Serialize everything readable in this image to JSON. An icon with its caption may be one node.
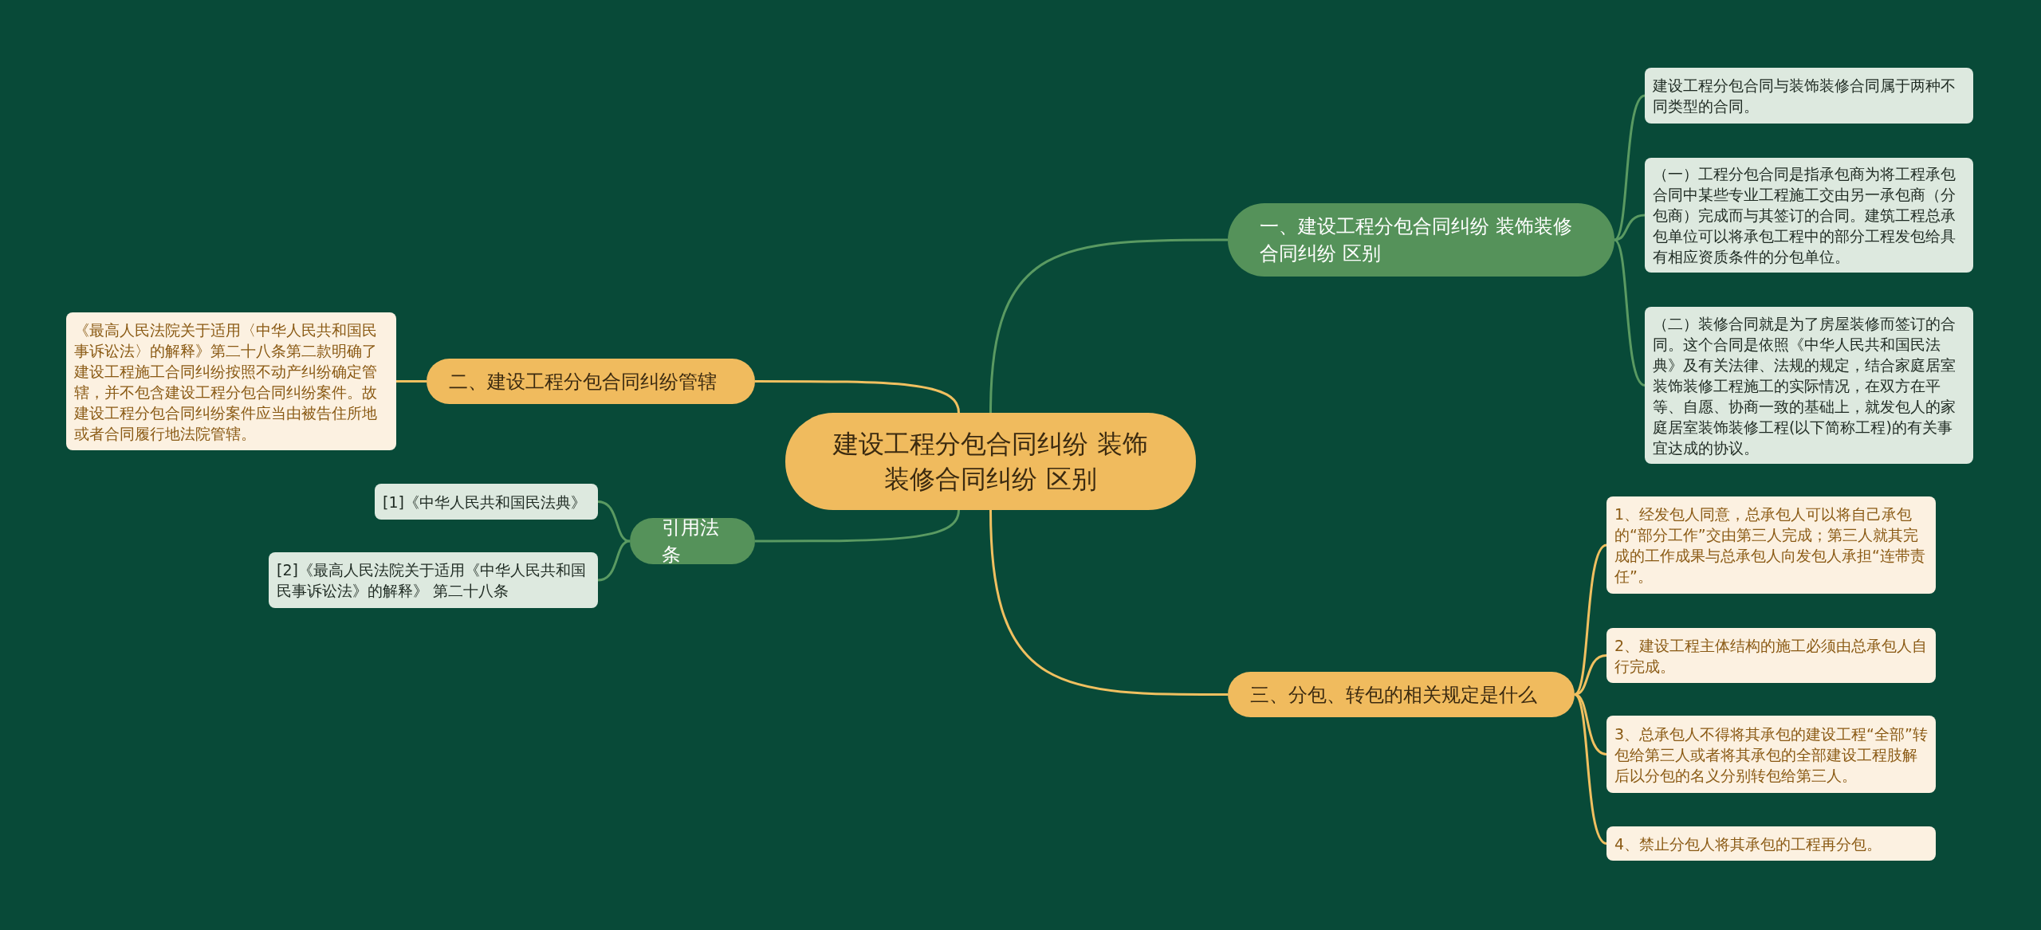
{
  "diagram": {
    "nodes": [
      {
        "text": [
          "建设工程分包合同纠纷 装饰装修合同纠纷 区别"
        ]
      },
      {
        "text": [
          "一、建设工程分包合同纠纷 装饰装修合同纠纷 区别"
        ]
      },
      {
        "text": [
          "建设工程分包合同与装饰装修合同属于两种不同类型的合同。"
        ]
      },
      {
        "text": [
          "（一）工程分包合同是指承包商为将工程承包合同中某些专业工程施工交由另一承包商（分包商）完成而与其签订的合同。建筑工程总承包单位可以将承包工程中的部分工程发包给具有相应资质条件的分包单位。"
        ]
      },
      {
        "text": [
          "（二）装修合同就是为了房屋装修而签订的合同。这个合同是依照《中华人民共和国民法典》及有关法律、法规的规定，结合家庭居室装饰装修工程施工的实际情况，在双方在平等、自愿、协商一致的基础上，就发包人的家庭居室装饰装修工程(以下简称工程)的有关事宜达成的协议。"
        ]
      },
      {
        "text": [
          "二、建设工程分包合同纠纷管辖"
        ]
      },
      {
        "text": [
          "《最高人民法院关于适用〈中华人民共和国民事诉讼法〉的解释》第二十八条第二款明确了建设工程施工合同纠纷按照不动产纠纷确定管辖，并不包含建设工程分包合同纠纷案件。故建设工程分包合同纠纷案件应当由被告住所地或者合同履行地法院管辖。"
        ]
      },
      {
        "text": [
          "引用法条"
        ]
      },
      {
        "text": [
          "[1]《中华人民共和国民法典》"
        ]
      },
      {
        "text": [
          "[2]《最高人民法院关于适用《中华人民共和国民事诉讼法》的解释》 第二十八条"
        ]
      },
      {
        "text": [
          "三、分包、转包的相关规定是什么"
        ]
      },
      {
        "text": [
          "1、经发包人同意，总承包人可以将自己承包的“部分工作”交由第三人完成；第三人就其完成的工作成果与总承包人向发包人承担“连带责任”。"
        ]
      },
      {
        "text": [
          "2、建设工程主体结构的施工必须由总承包人自行完成。"
        ]
      },
      {
        "text": [
          "3、总承包人不得将其承包的建设工程“全部”转包给第三人或者将其承包的全部建设工程肢解后以分包的名义分别转包给第三人。"
        ]
      },
      {
        "text": [
          "4、禁止分包人将其承包的工程再分包。"
        ]
      }
    ],
    "edges": [
      {
        "from": 0,
        "to": 1,
        "arrow": "none",
        "color": "#5a9a62"
      },
      {
        "from": 1,
        "to": 2,
        "arrow": "none",
        "color": "#5a9a62"
      },
      {
        "from": 1,
        "to": 3,
        "arrow": "none",
        "color": "#5a9a62"
      },
      {
        "from": 1,
        "to": 4,
        "arrow": "none",
        "color": "#5a9a62"
      },
      {
        "from": 0,
        "to": 5,
        "arrow": "none",
        "color": "#f0c060"
      },
      {
        "from": 5,
        "to": 6,
        "arrow": "none",
        "color": "#f0c060"
      },
      {
        "from": 0,
        "to": 7,
        "arrow": "none",
        "color": "#5a9a62"
      },
      {
        "from": 7,
        "to": 8,
        "arrow": "none",
        "color": "#5a9a62"
      },
      {
        "from": 7,
        "to": 9,
        "arrow": "none",
        "color": "#5a9a62"
      },
      {
        "from": 0,
        "to": 10,
        "arrow": "none",
        "color": "#f0c060"
      },
      {
        "from": 10,
        "to": 11,
        "arrow": "none",
        "color": "#f0c060"
      },
      {
        "from": 10,
        "to": 12,
        "arrow": "none",
        "color": "#f0c060"
      },
      {
        "from": 10,
        "to": 13,
        "arrow": "none",
        "color": "#f0c060"
      },
      {
        "from": 10,
        "to": 14,
        "arrow": "none",
        "color": "#f0c060"
      }
    ]
  }
}
